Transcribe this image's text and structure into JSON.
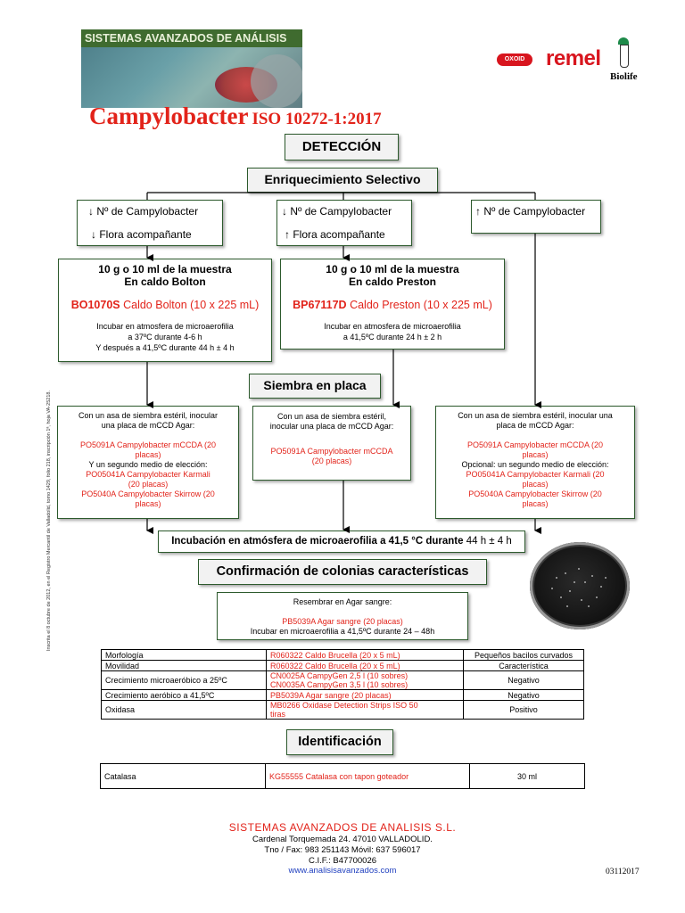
{
  "header": {
    "banner_text": "SISTEMAS AVANZADOS DE ANÁLISIS",
    "logo_oxoid": "OXOID",
    "logo_remel": "remel",
    "logo_biolife": "Biolife"
  },
  "title": {
    "main": "Campylobacter",
    "iso": "ISO 10272-1:2017"
  },
  "deteccion": "DETECCIÓN",
  "enriquecimiento": "Enriquecimiento Selectivo",
  "conditions": [
    {
      "line1": "↓ Nº de Campylobacter",
      "line2": "↓ Flora acompañante"
    },
    {
      "line1": "↓ Nº de Campylobacter",
      "line2": "↑ Flora acompañante"
    },
    {
      "line1": "↑ Nº de Campylobacter",
      "line2": ""
    }
  ],
  "bolton": {
    "l1": "10 g o 10 ml de la muestra",
    "l2": "En caldo Bolton",
    "code": "BO1070S",
    "product": " Caldo Bolton (10 x 225 mL)",
    "i1": "Incubar en atmosfera de microaerofilia",
    "i2": "a 37ºC durante 4-6 h",
    "i3": "Y después a 41,5ºC durante 44 h ± 4 h"
  },
  "preston": {
    "l1": "10 g o 10 ml de la muestra",
    "l2": "En caldo Preston",
    "code": "BP67117D",
    "product": " Caldo Preston (10 x 225 mL)",
    "i1": "Incubar en atmosfera de microaerofilia",
    "i2": "a 41,5ºC durante 24 h ± 2 h"
  },
  "siembra": "Siembra en placa",
  "plate_left": {
    "intro1": "Con un asa de siembra estéril, inocular",
    "intro2": "una placa de mCCD Agar:",
    "p1a": "PO5091A Campylobacter mCCDA (20",
    "p1b": "placas)",
    "mid": "Y un segundo medio de elección:",
    "p2a": "PO05041A Campylobacter Karmali",
    "p2b": "(20 placas)",
    "p3a": "PO5040A Campylobacter Skirrow (20",
    "p3b": "placas)"
  },
  "plate_mid": {
    "intro1": "Con un asa de siembra estéril,",
    "intro2": "inocular una placa de mCCD Agar:",
    "p1a": "PO5091A Campylobacter mCCDA",
    "p1b": "(20 placas)"
  },
  "plate_right": {
    "intro1": "Con un asa de siembra estéril, inocular una",
    "intro2": "placa de mCCD Agar:",
    "p1a": "PO5091A Campylobacter mCCDA (20",
    "p1b": "placas)",
    "mid": "Opcional: un segundo medio de elección:",
    "p2a": "PO05041A Campylobacter Karmali (20",
    "p2b": "placas)",
    "p3a": "PO5040A Campylobacter Skirrow (20",
    "p3b": "placas)"
  },
  "incubacion": {
    "bold": "Incubación en atmósfera de microaerofilia a 41,5 °C durante",
    "rest": " 44 h ± 4 h"
  },
  "confirmacion": "Confirmación de colonias características",
  "resembrar": {
    "l1": "Resembrar en Agar sangre:",
    "l2": "PB5039A Agar sangre (20 placas)",
    "l3": "Incubar en microaerofilia a 41,5ºC durante 24 – 48h"
  },
  "tests": [
    {
      "name": "Morfología",
      "product": "R060322 Caldo Brucella (20 x 5 mL)",
      "product2": "",
      "result": "Pequeños bacilos curvados"
    },
    {
      "name": "Movilidad",
      "product": "R060322 Caldo Brucella (20 x 5 mL)",
      "product2": "",
      "result": "Característica"
    },
    {
      "name": "Crecimiento microaeróbico a 25ºC",
      "product": "CN0025A CampyGen 2,5 l (10 sobres)",
      "product2": "CN0035A CampyGen 3,5 l (10 sobres)",
      "result": "Negativo"
    },
    {
      "name": "Crecimiento aeróbico a 41,5ºC",
      "product": "PB5039A Agar sangre (20 placas)",
      "product2": "",
      "result": "Negativo"
    },
    {
      "name": "Oxidasa",
      "product": "MB0266 Oxidase Detection Strips ISO 50",
      "product2": "tiras",
      "result": "Positivo"
    }
  ],
  "identificacion": "Identificación",
  "catalasa": {
    "name": "Catalasa",
    "product": "KG55555 Catalasa con tapon goteador",
    "result": "30 ml"
  },
  "footer": {
    "company": "SISTEMAS AVANZADOS DE ANALISIS S.L.",
    "address": "Cardenal Torquemada 24. 47010 VALLADOLID.",
    "phone": "Tno / Fax: 983 251143 Móvil: 637 596017",
    "cif": "C.I.F.: B47700026",
    "web": "www.analisisavanzados.com",
    "code": "03112017"
  },
  "side_text": "Inscrita el 8 octubre de 2012, en el Registro Mercantil de Valladolid, tomo 1429, folio 218, inscripción 1ª, hoja VA-25218.",
  "colors": {
    "red": "#e2231a",
    "green_border": "#2d5a2d",
    "link": "#1f3fbf"
  }
}
